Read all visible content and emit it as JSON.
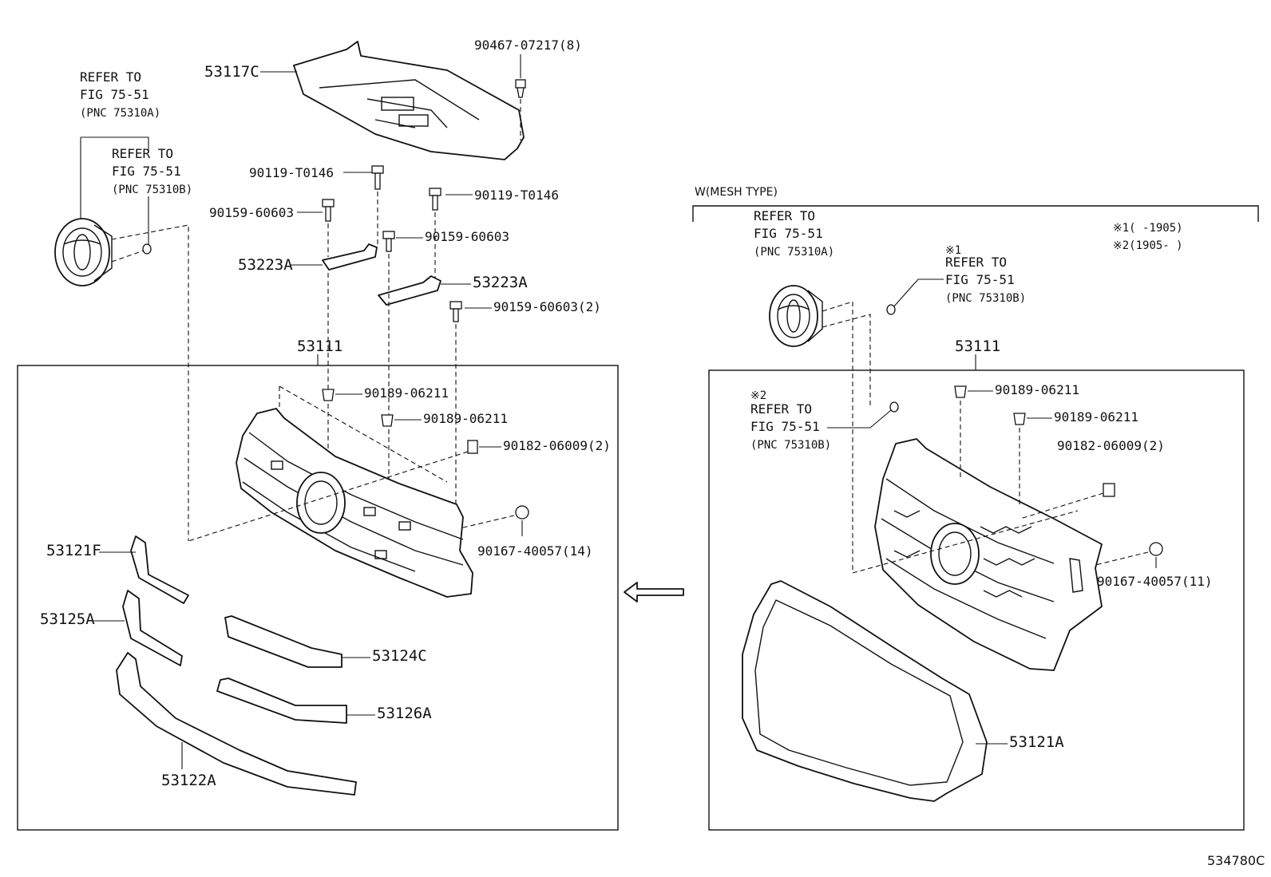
{
  "figure_code": "534780C",
  "labels": {
    "p53117c": "53117C",
    "p90467": "90467-07217(8)",
    "p90119_a": "90119-T0146",
    "p90119_b": "90119-T0146",
    "p90159_a": "90159-60603",
    "p90159_b": "90159-60603",
    "p90159_c": "90159-60603(2)",
    "p53223a_a": "53223A",
    "p53223a_b": "53223A",
    "p53111_left": "53111",
    "p53111_right": "53111",
    "p90189_l1": "90189-06211",
    "p90189_l2": "90189-06211",
    "p90182_l": "90182-06009(2)",
    "p90167_l": "90167-40057(14)",
    "p53121f": "53121F",
    "p53125a": "53125A",
    "p53124c": "53124C",
    "p53126a": "53126A",
    "p53122a": "53122A",
    "p90189_r1": "90189-06211",
    "p90189_r2": "90189-06211",
    "p90182_r": "90182-06009(2)",
    "p90167_r": "90167-40057(11)",
    "p53121a": "53121A"
  },
  "refer_left_a": {
    "l1": "REFER TO",
    "l2": "FIG 75-51",
    "l3": "(PNC 75310A)"
  },
  "refer_left_b": {
    "l1": "REFER TO",
    "l2": "FIG 75-51",
    "l3": "(PNC 75310B)"
  },
  "refer_right_a": {
    "l1": "REFER TO",
    "l2": "FIG 75-51",
    "l3": "(PNC 75310A)"
  },
  "refer_right_b": {
    "mark": "※1",
    "l1": "REFER TO",
    "l2": "FIG 75-51",
    "l3": "(PNC 75310B)"
  },
  "refer_right_c": {
    "mark": "※2",
    "l1": "REFER TO",
    "l2": "FIG 75-51",
    "l3": "(PNC 75310B)"
  },
  "mesh_type": {
    "title": "W(MESH TYPE)",
    "note1": "※1(     -1905)",
    "note2": "※2(1905-     )"
  },
  "colors": {
    "line": "#111111",
    "background": "#ffffff"
  }
}
